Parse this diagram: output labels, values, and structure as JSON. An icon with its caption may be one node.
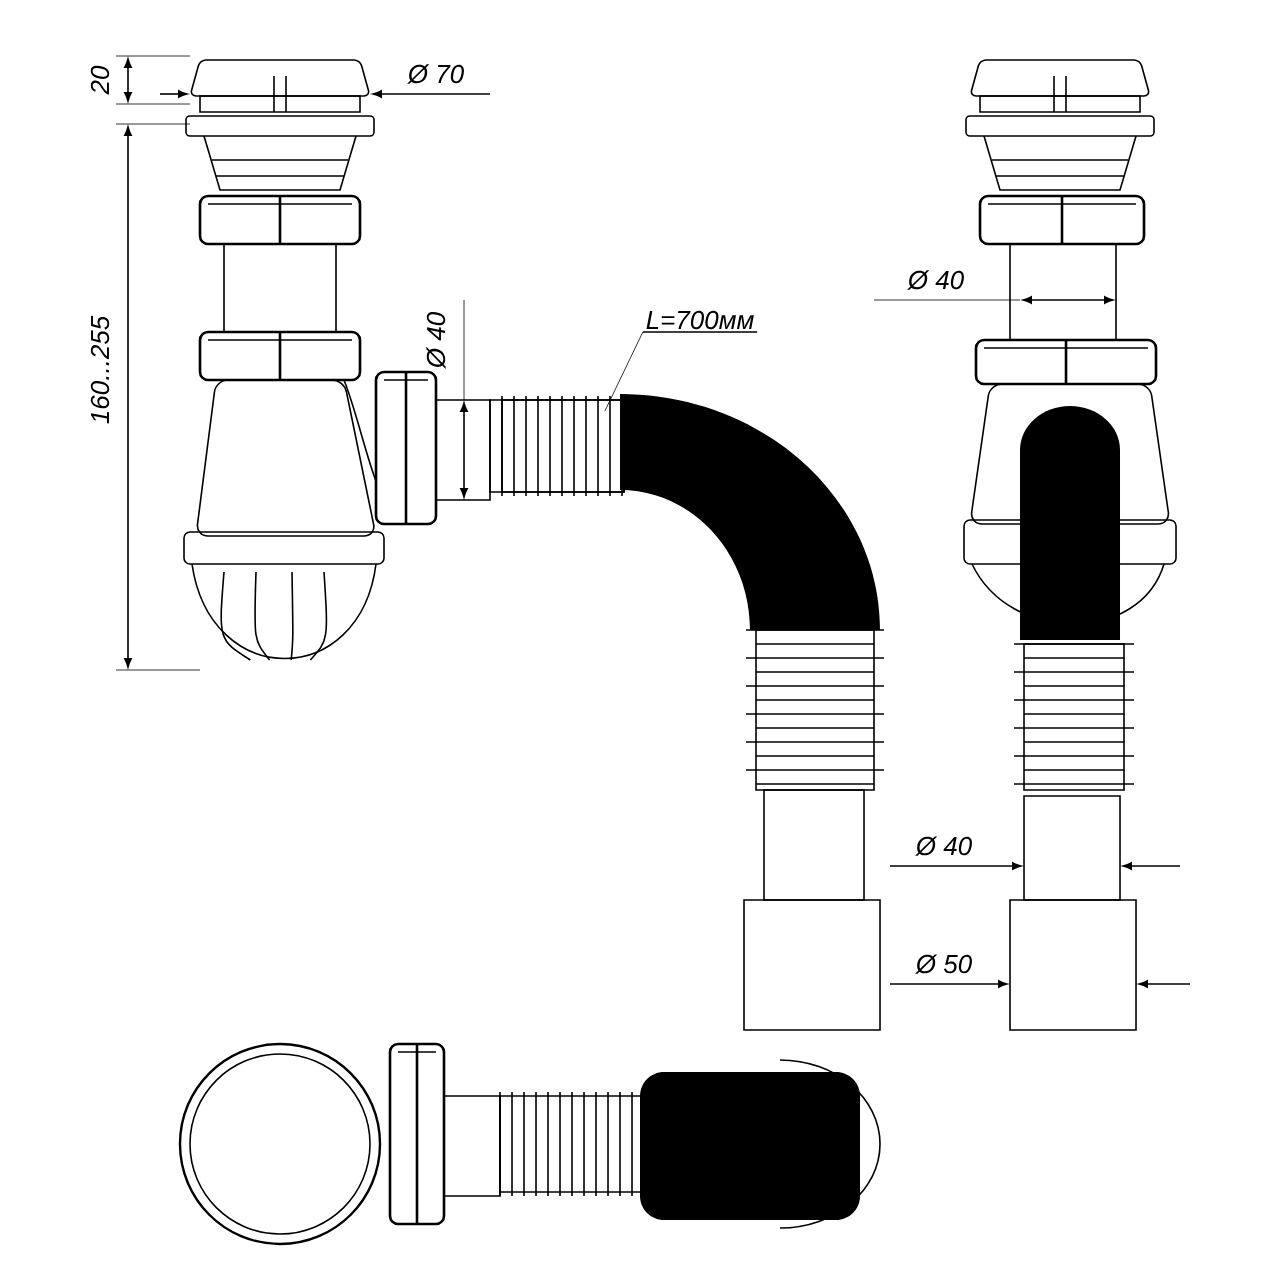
{
  "diagram": {
    "nodes": [
      {
        "text": [
          "L=700мм"
        ]
      },
      {
        "text": [],
        "shape": "box"
      }
    ],
    "edges": [
      {
        "from": 0,
        "to": 1,
        "arrow": "none"
      }
    ],
    "labels": [
      "20",
      "Ø 70",
      "Ø 40",
      "Ø 40",
      "160...255",
      "Ø 40",
      "Ø 50"
    ]
  }
}
